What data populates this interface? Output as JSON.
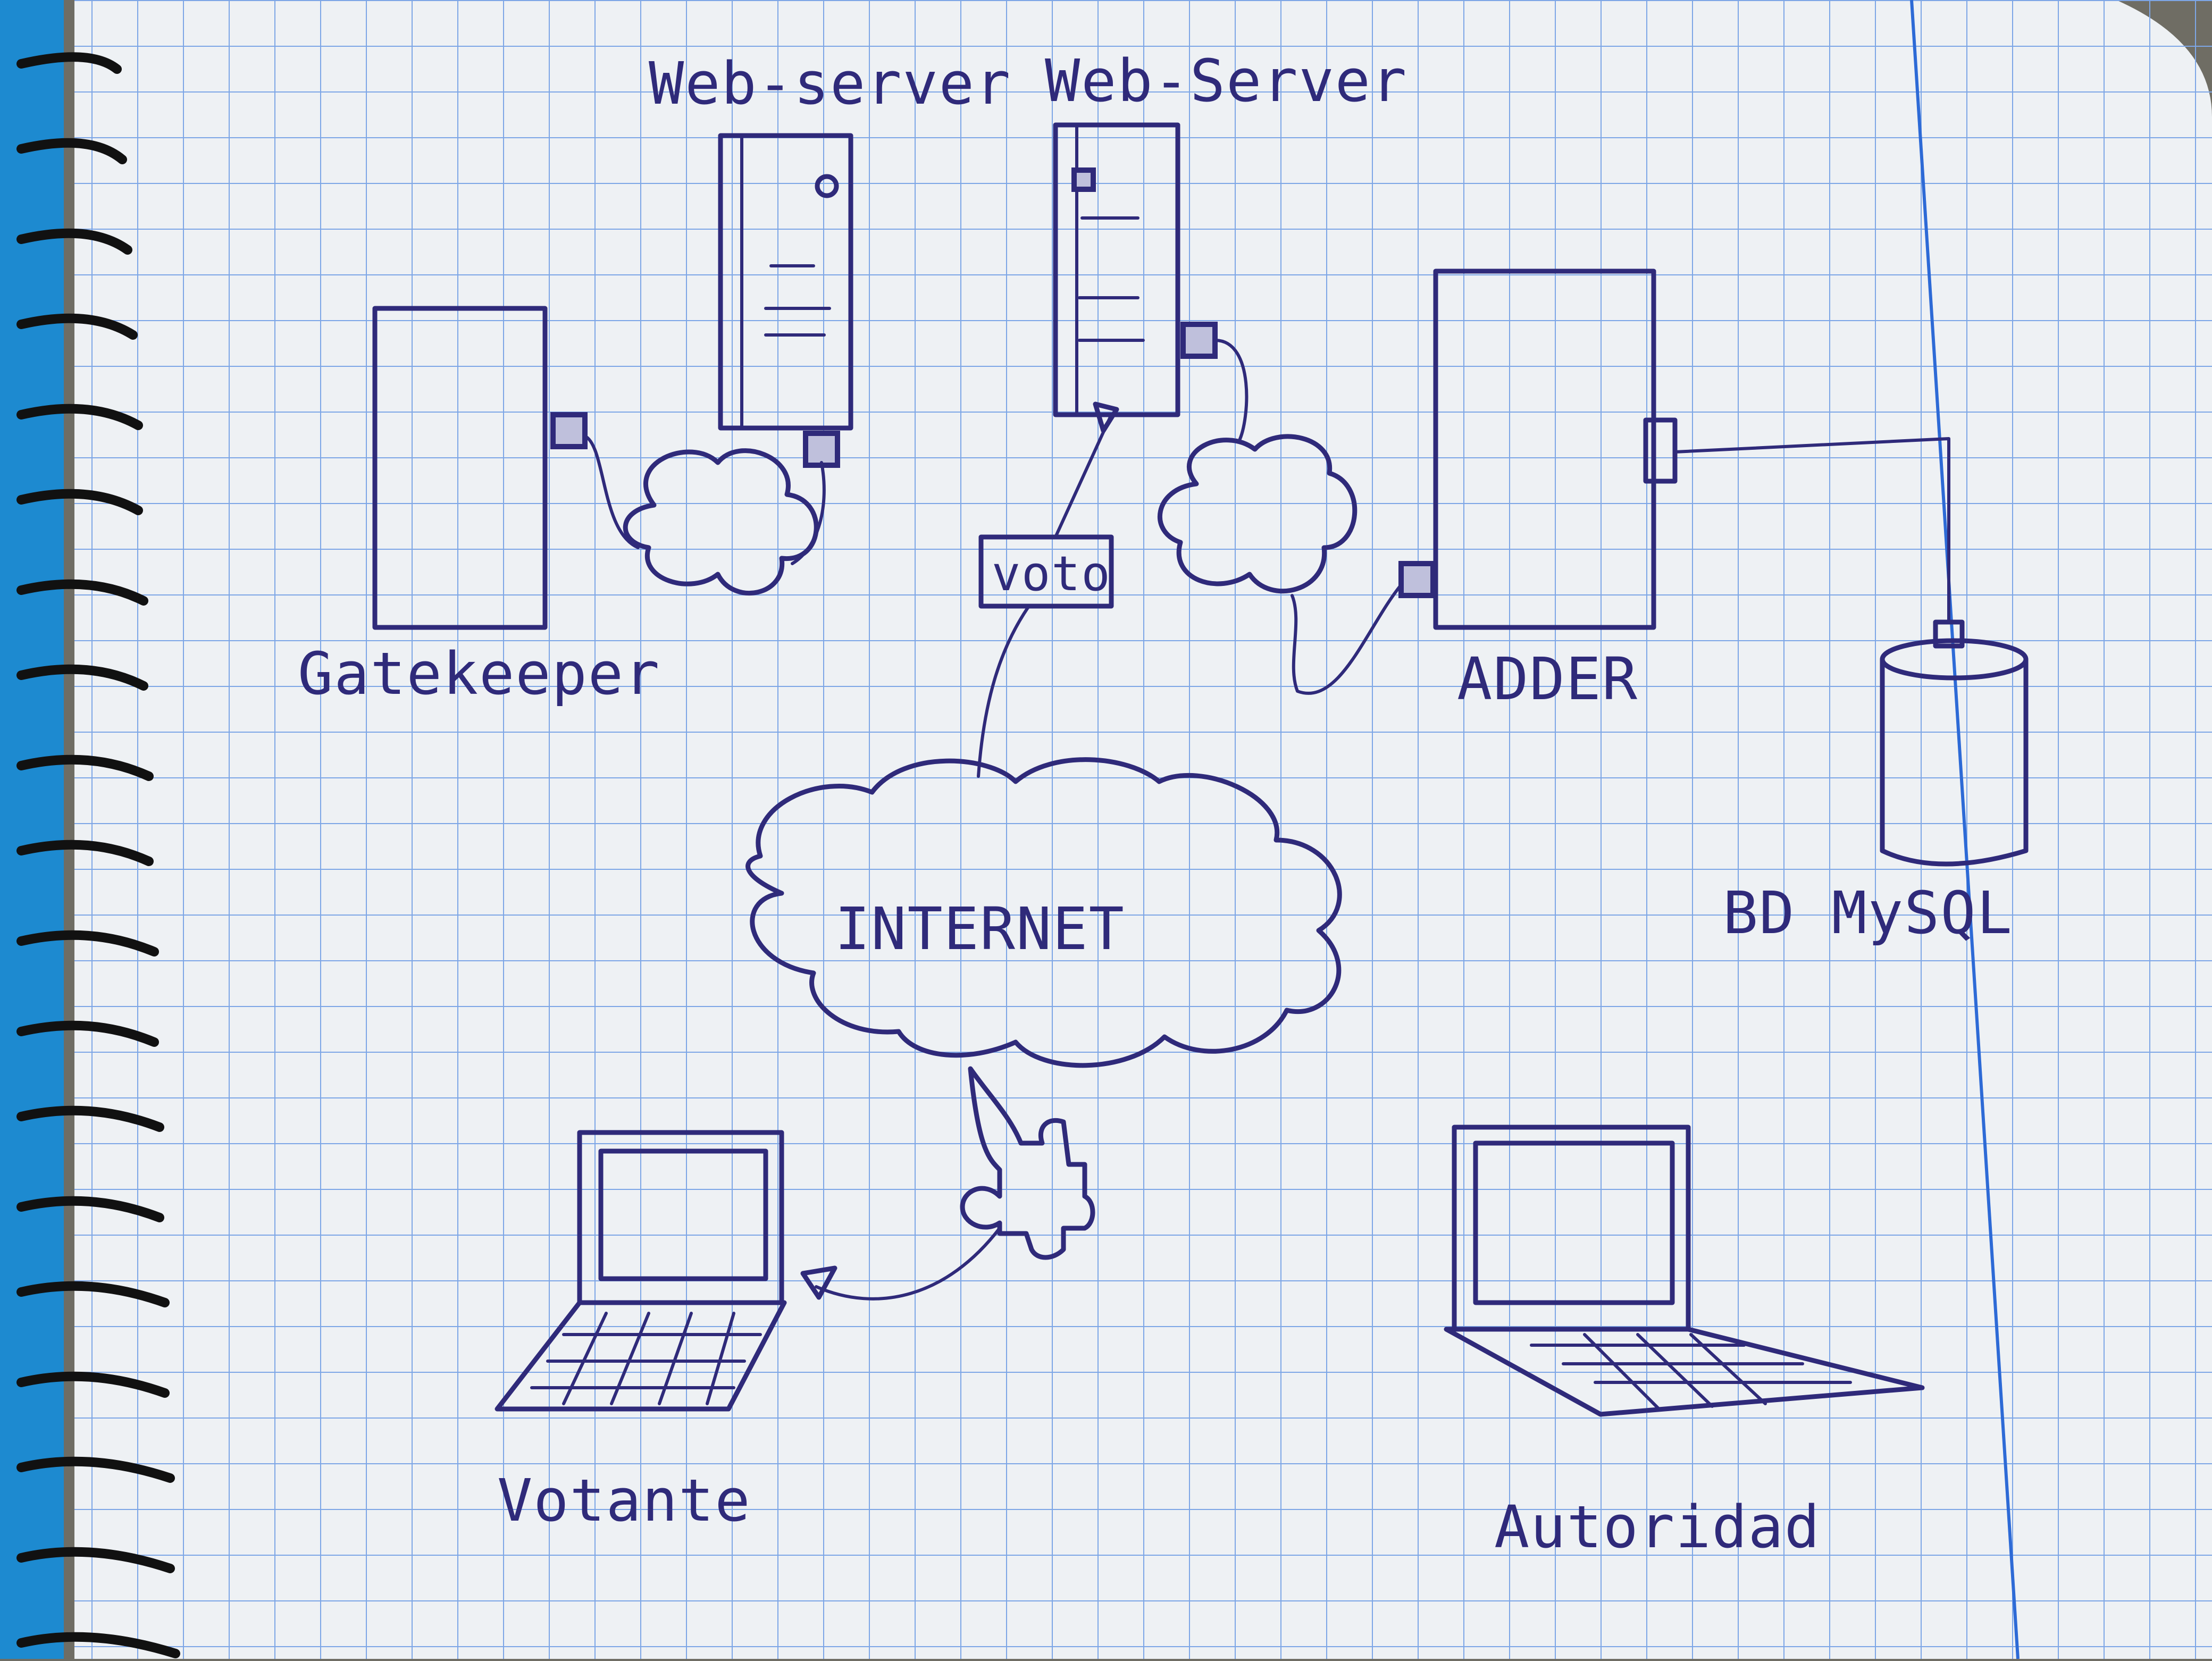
{
  "nodes": {
    "gatekeeper": "Gatekeeper",
    "web_server_1": "Web-server",
    "web_server_2": "Web-Server",
    "adder": "ADDER",
    "database": "BD MySQL",
    "vote": "voto",
    "internet": "INTERNET",
    "voter": "Votante",
    "authority": "Autoridad"
  },
  "colors": {
    "ink": "#2f2a7a",
    "grid": "#7da6e6",
    "paper": "#eef1f4",
    "margin_line": "#2d6ad6"
  }
}
